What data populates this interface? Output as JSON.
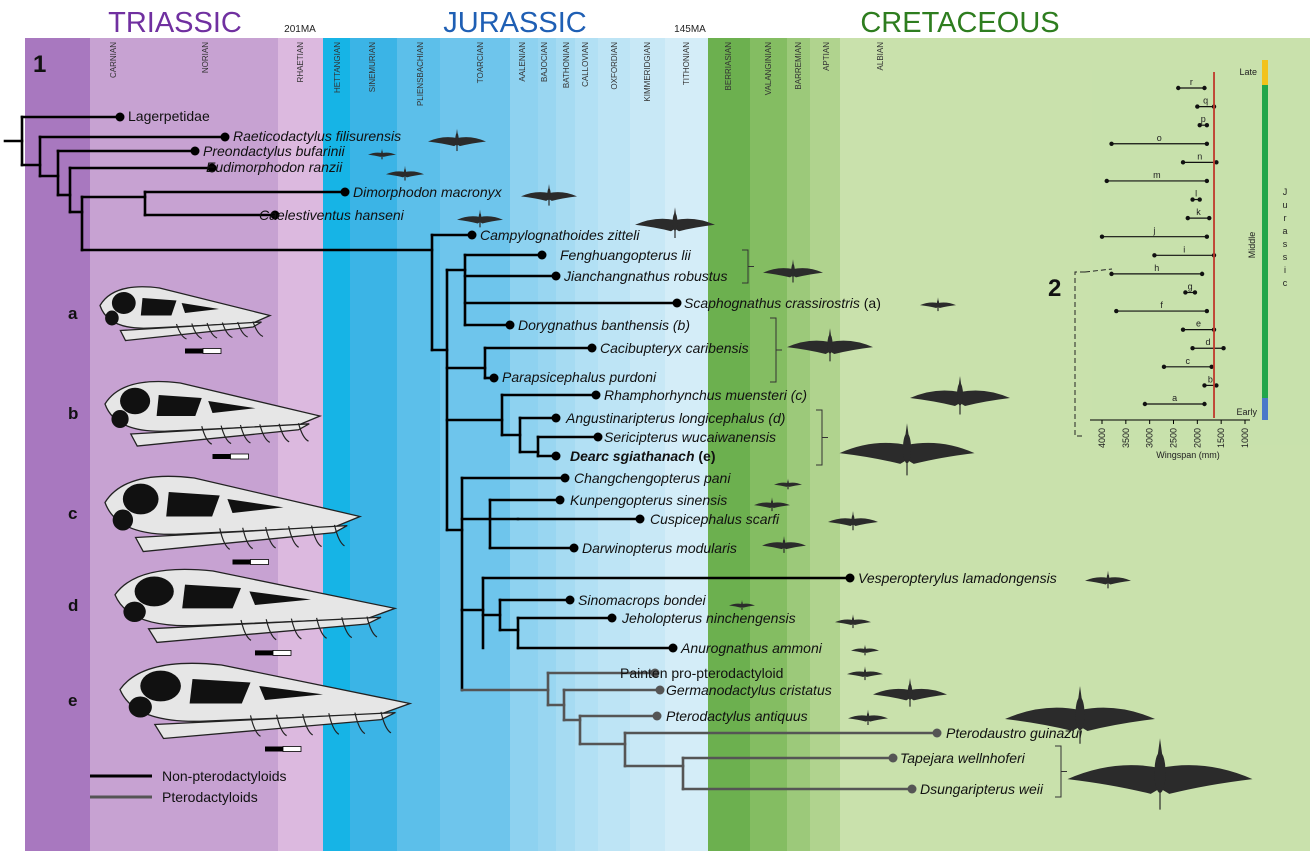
{
  "periods": [
    {
      "name": "TRIASSIC",
      "color": "#7030a0"
    },
    {
      "name": "JURASSIC",
      "color": "#1f5fb4"
    },
    {
      "name": "CRETACEOUS",
      "color": "#2e7d1f"
    }
  ],
  "boundaries": {
    "triassic_jurassic": "201MA",
    "jurassic_cretaceous": "145MA"
  },
  "stages": [
    "CARNIAN",
    "NORIAN",
    "RHAETIAN",
    "HETTANGIAN",
    "SINEMURIAN",
    "PLIENSBACHIAN",
    "TOARCIAN",
    "AALENIAN",
    "BAJOCIAN",
    "BATHONIAN",
    "CALLOVIAN",
    "OXFORDIAN",
    "KIMMERIDGIAN",
    "TITHONIAN",
    "BERRIASIAN",
    "VALANGINIAN",
    "BARREMIAN",
    "APTIAN",
    "ALBIAN"
  ],
  "panel_labels": {
    "tree": "1",
    "wingspan": "2"
  },
  "skull_labels": [
    "a",
    "b",
    "c",
    "d",
    "e"
  ],
  "taxa": [
    {
      "name": "Lagerpetidae",
      "italic": false
    },
    {
      "name": "Raeticodactylus filisurensis",
      "italic": true
    },
    {
      "name": "Preondactylus bufarinii",
      "italic": true
    },
    {
      "name": "Eudimorphodon ranzii",
      "italic": true
    },
    {
      "name": "Dimorphodon macronyx",
      "italic": true
    },
    {
      "name": "Caelestiventus hanseni",
      "italic": true
    },
    {
      "name": "Campylognathoides zitteli",
      "italic": true
    },
    {
      "name": "Fenghuangopterus lii",
      "italic": true
    },
    {
      "name": "Jianchangnathus robustus",
      "italic": true
    },
    {
      "name": "Scaphognathus crassirostris",
      "italic": true,
      "suffix": " (a)"
    },
    {
      "name": "Dorygnathus banthensis (b)",
      "italic": true
    },
    {
      "name": "Cacibupteryx caribensis",
      "italic": true
    },
    {
      "name": "Parapsicephalus purdoni",
      "italic": true
    },
    {
      "name": "Rhamphorhynchus muensteri (c)",
      "italic": true
    },
    {
      "name": "Angustinaripterus longicephalus (d)",
      "italic": true
    },
    {
      "name": "Sericipterus wucaiwanensis",
      "italic": true
    },
    {
      "name": "Dearc sgiathanach",
      "italic": true,
      "bold": true,
      "suffix": " (e)"
    },
    {
      "name": "Changchengopterus pani",
      "italic": true
    },
    {
      "name": "Kunpengopterus sinensis",
      "italic": true
    },
    {
      "name": "Cuspicephalus scarfi",
      "italic": true
    },
    {
      "name": "Darwinopterus modularis",
      "italic": true
    },
    {
      "name": "Vesperopterylus lamadongensis",
      "italic": true
    },
    {
      "name": "Sinomacrops bondei",
      "italic": true
    },
    {
      "name": "Jeholopterus ninchengensis",
      "italic": true
    },
    {
      "name": "Anurognathus ammoni",
      "italic": true
    },
    {
      "name": "Painten pro-pterodactyloid",
      "italic": false
    },
    {
      "name": "Germanodactylus cristatus",
      "italic": true
    },
    {
      "name": "Pterodactylus antiquus",
      "italic": true
    },
    {
      "name": "Pterodaustro guinazui",
      "italic": true
    },
    {
      "name": "Tapejara wellnhoferi",
      "italic": true
    },
    {
      "name": "Dsungaripterus weii",
      "italic": true
    }
  ],
  "legend": {
    "non_ptero": "Non-pterodactyloids",
    "ptero": "Pterodactyloids",
    "non_ptero_color": "#000000",
    "ptero_color": "#555555"
  },
  "wingspan_chart": {
    "xlabel": "Wingspan (mm)",
    "ticks": [
      "4000",
      "3500",
      "3000",
      "2500",
      "2000",
      "1500",
      "1000"
    ],
    "epochs": [
      "Late",
      "Middle",
      "Early"
    ],
    "period_label": [
      "J",
      "u",
      "r",
      "a",
      "s",
      "s",
      "i",
      "c"
    ],
    "epoch_colors": {
      "Late": "#f2c21b",
      "Middle": "#22a64a",
      "Early": "#4a79c9"
    },
    "reference_color": "#c0392b",
    "rows": [
      {
        "label": "r",
        "min": 2400,
        "max": 1850
      },
      {
        "label": "q",
        "min": 2000,
        "max": 1650
      },
      {
        "label": "p",
        "min": 1950,
        "max": 1800
      },
      {
        "label": "o",
        "min": 3800,
        "max": 1800
      },
      {
        "label": "n",
        "min": 2300,
        "max": 1600
      },
      {
        "label": "m",
        "min": 3900,
        "max": 1800
      },
      {
        "label": "l",
        "min": 2100,
        "max": 1950
      },
      {
        "label": "k",
        "min": 2200,
        "max": 1750
      },
      {
        "label": "j",
        "min": 4000,
        "max": 1800
      },
      {
        "label": "i",
        "min": 2900,
        "max": 1650
      },
      {
        "label": "h",
        "min": 3800,
        "max": 1900
      },
      {
        "label": "g",
        "min": 2250,
        "max": 2050
      },
      {
        "label": "f",
        "min": 3700,
        "max": 1800
      },
      {
        "label": "e",
        "min": 2300,
        "max": 1650
      },
      {
        "label": "d",
        "min": 2100,
        "max": 1450
      },
      {
        "label": "c",
        "min": 2700,
        "max": 1700
      },
      {
        "label": "b",
        "min": 1850,
        "max": 1600
      },
      {
        "label": "a",
        "min": 3100,
        "max": 1850
      }
    ]
  }
}
